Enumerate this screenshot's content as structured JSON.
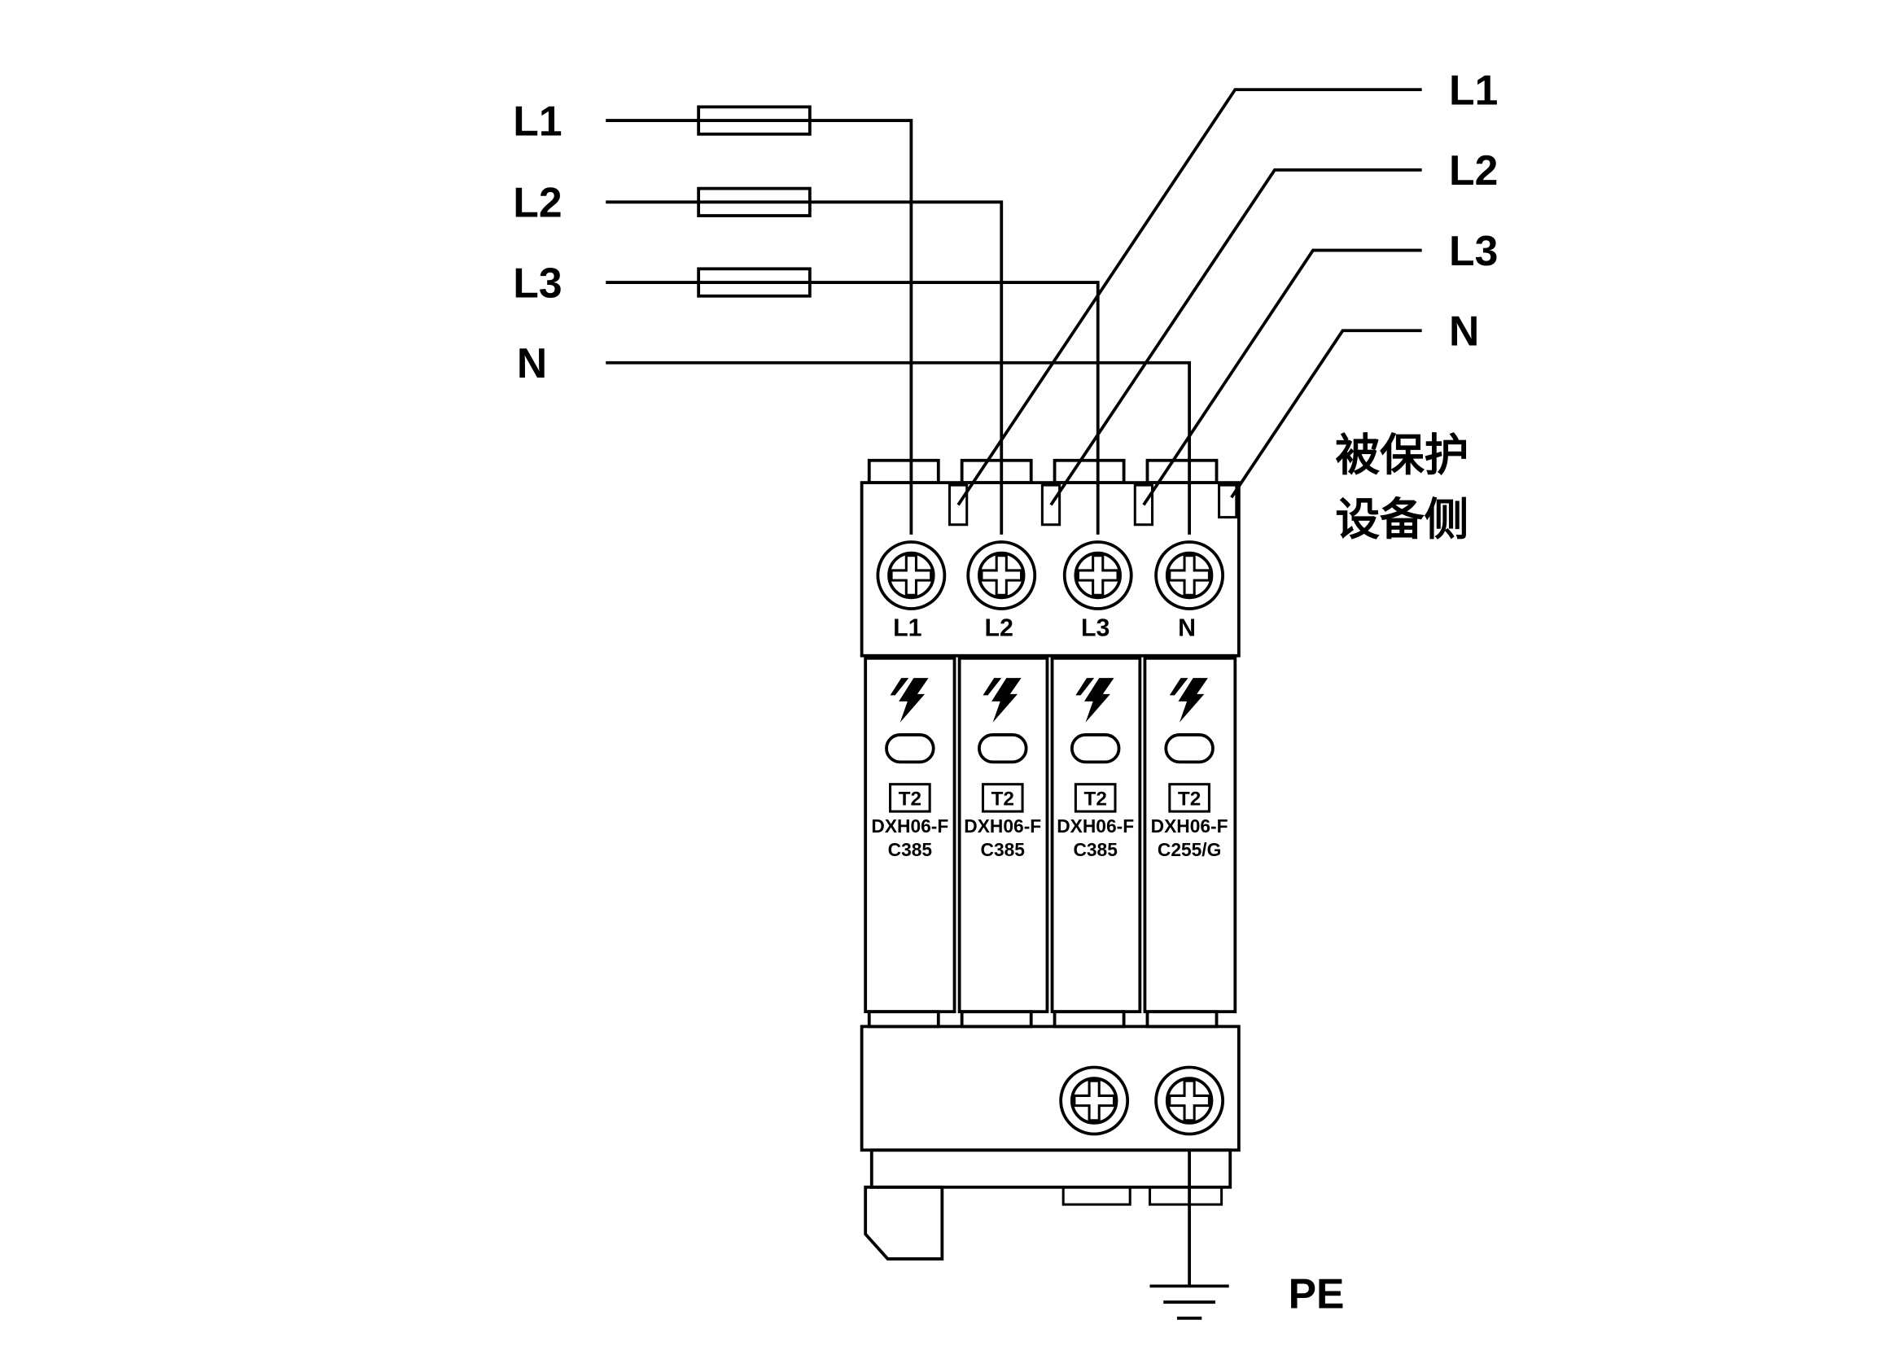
{
  "colors": {
    "line": "#000000",
    "background": "#ffffff"
  },
  "source_side": {
    "inputs": [
      {
        "label": "L1",
        "fused": true
      },
      {
        "label": "L2",
        "fused": true
      },
      {
        "label": "L3",
        "fused": true
      },
      {
        "label": "N",
        "fused": false
      }
    ]
  },
  "protected_side": {
    "outputs": [
      {
        "label": "L1"
      },
      {
        "label": "L2"
      },
      {
        "label": "L3"
      },
      {
        "label": "N"
      }
    ],
    "caption_line1": "被保护",
    "caption_line2": "设备侧"
  },
  "device": {
    "terminal_labels": [
      "L1",
      "L2",
      "L3",
      "N"
    ],
    "modules": [
      {
        "class_badge": "T2",
        "model": "DXH06-F",
        "code": "C385"
      },
      {
        "class_badge": "T2",
        "model": "DXH06-F",
        "code": "C385"
      },
      {
        "class_badge": "T2",
        "model": "DXH06-F",
        "code": "C385"
      },
      {
        "class_badge": "T2",
        "model": "DXH06-F",
        "code": "C255/G"
      }
    ]
  },
  "ground": {
    "label": "PE"
  }
}
